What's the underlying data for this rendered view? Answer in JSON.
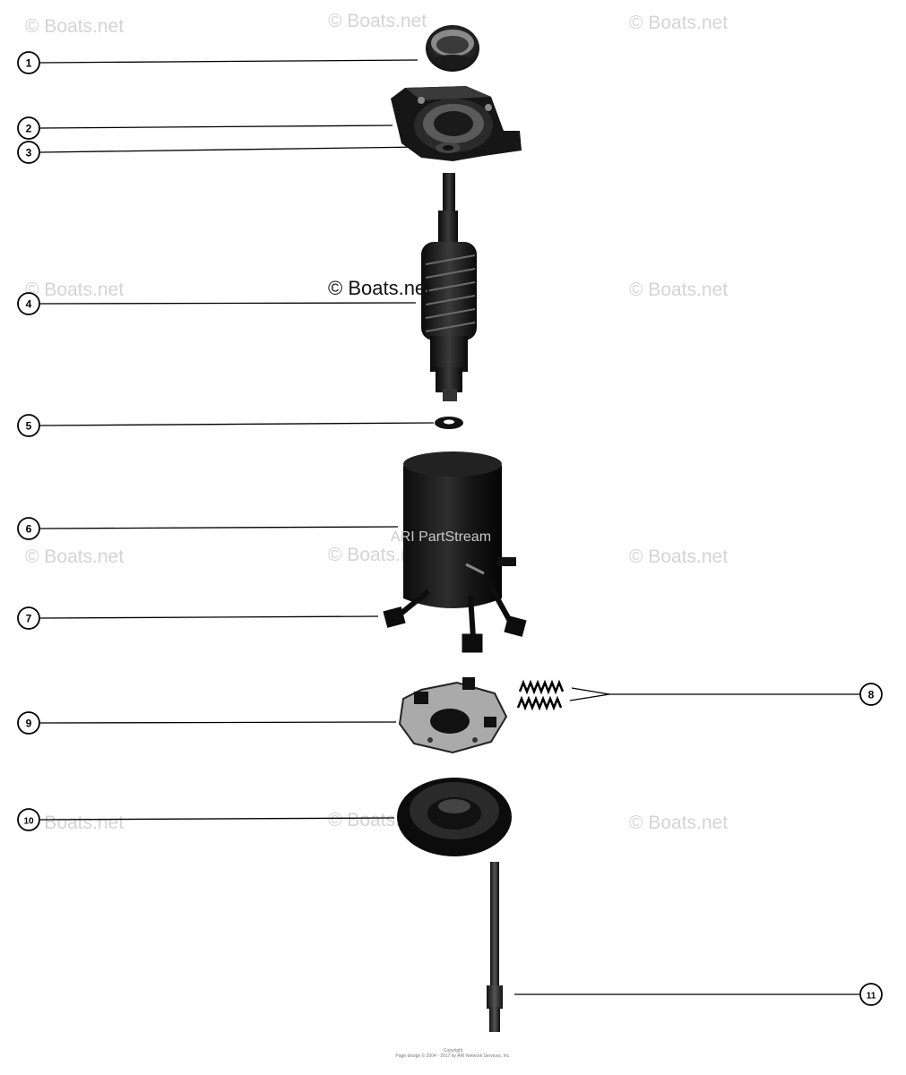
{
  "callouts": [
    "1",
    "2",
    "3",
    "4",
    "5",
    "6",
    "7",
    "8",
    "9",
    "10",
    "11"
  ],
  "watermarks": {
    "faint": "© Boats.net",
    "center": "© Boats.net",
    "partstream": "ARI PartStream"
  },
  "footer": {
    "line1": "Copyright",
    "line2": "Page design © 2004 - 2017 by ARI Network Services, Inc."
  }
}
